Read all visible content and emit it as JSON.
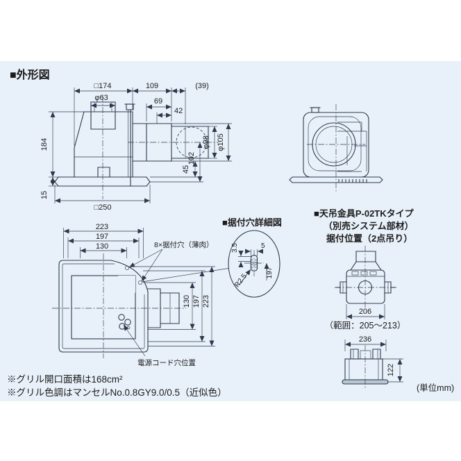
{
  "meta": {
    "title": "■外形図",
    "unit_note": "(単位mm)"
  },
  "colors": {
    "panel": "#e8f1f9",
    "line": "#2d3a4d",
    "text": "#1c1c1c",
    "grille_dark": "#4c5c72",
    "grille_light": "#dce7f1",
    "fill_gray": "#b9c6d2"
  },
  "side_view": {
    "top_width": "□174",
    "duct_length": "109",
    "duct_overhang": "(39)",
    "inlet_diameter": "φ63",
    "dim_69": "69",
    "dim_42": "42",
    "body_height": "184",
    "flange_height": "15",
    "flange_width": "□250",
    "pipe_inner": "φ98",
    "pipe_outer": "φ105",
    "dim_102": "102",
    "dim_45": "45"
  },
  "bottom_view": {
    "width_223": "223",
    "width_197": "197",
    "width_130": "130",
    "height_130": "130",
    "height_197": "197",
    "height_223": "223",
    "mounting_holes_label": "8×据付穴（薄肉）",
    "cord_hole_label": "電源コード穴位置"
  },
  "hole_detail": {
    "title": "■据付穴詳細図",
    "dim_3_5": "3.5",
    "dim_5": "5",
    "radius": "R2.5",
    "pitch": "197"
  },
  "bracket_section": {
    "title_line1": "■天吊金具P-02TKタイプ",
    "title_line2": "（別売システム部材）",
    "title_line3": "据付位置（2点吊り）",
    "dim_206": "206",
    "range_note": "（範囲：205～213）",
    "dim_236": "236",
    "dim_122": "122"
  },
  "footnotes": {
    "note1": "※グリル開口面積は168cm²",
    "note2": "※グリル色調はマンセルNo.0.8GY9.0/0.5（近似色）"
  }
}
